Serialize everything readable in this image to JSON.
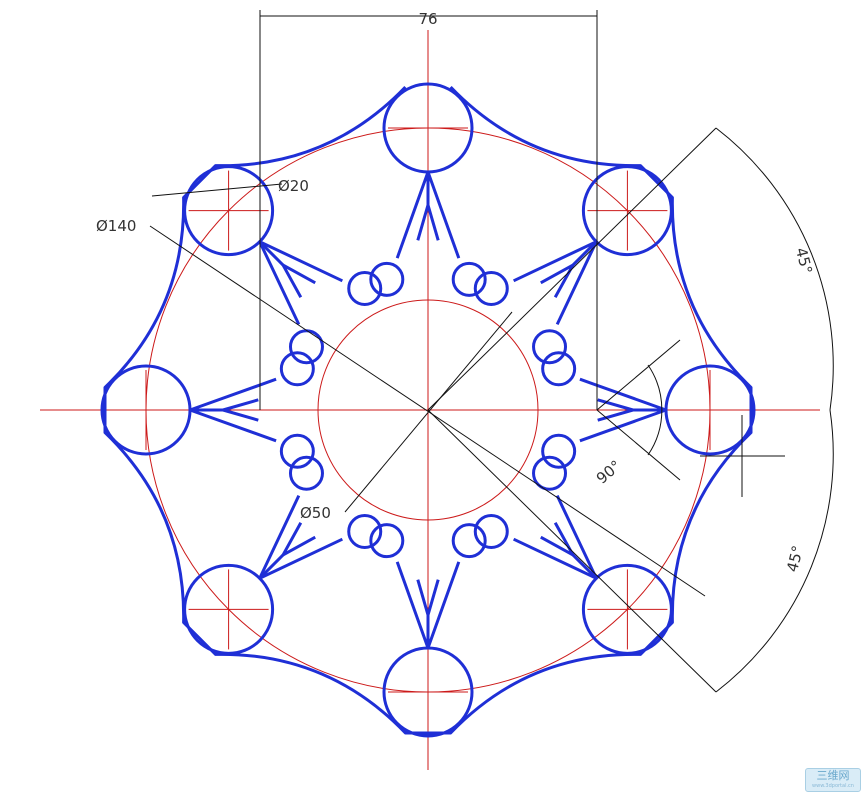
{
  "colors": {
    "outline": "#1f2fd6",
    "center_line": "#cc1a1a",
    "dimension": "#111111",
    "text": "#333333"
  },
  "dimensions": {
    "width_76": "76",
    "dia_20": "Ø20",
    "dia_140": "Ø140",
    "dia_50": "Ø50",
    "angle_45_top": "45°",
    "angle_45_bottom": "45°",
    "angle_90": "90°"
  },
  "watermark": {
    "text": "三维网",
    "sub": "www.3dportal.cn"
  }
}
